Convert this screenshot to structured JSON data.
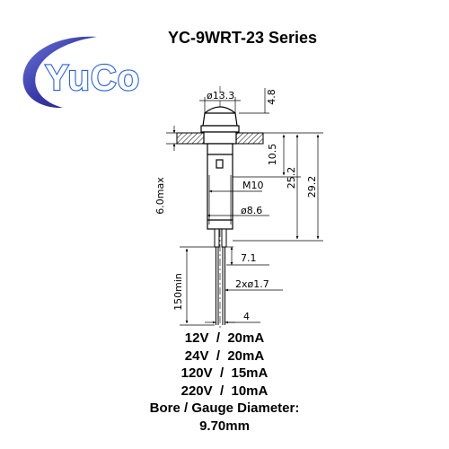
{
  "title": "YC-9WRT-23 Series",
  "logo": {
    "text": "YuCo",
    "swoosh_color": "#3a3aa8",
    "text_color": "#ffffff",
    "outline_color": "#2a5fd0"
  },
  "dimensions": {
    "head_diameter": "ø13.3",
    "head_height": "4.8",
    "body_length": "10.5",
    "length_to_thread": "25.2",
    "overall_length": "29.2",
    "panel_thickness": "6.0max",
    "thread": "M10",
    "thread_diameter": "ø8.6",
    "terminal_span": "7.1",
    "terminal_pins": "2xø1.7",
    "lead_length": "150min",
    "pin_spacing": "4"
  },
  "specs": [
    "12V  /  20mA",
    "24V  /  20mA",
    "120V  /  15mA",
    "220V  /  10mA",
    "Bore / Gauge Diameter:",
    "9.70mm"
  ]
}
